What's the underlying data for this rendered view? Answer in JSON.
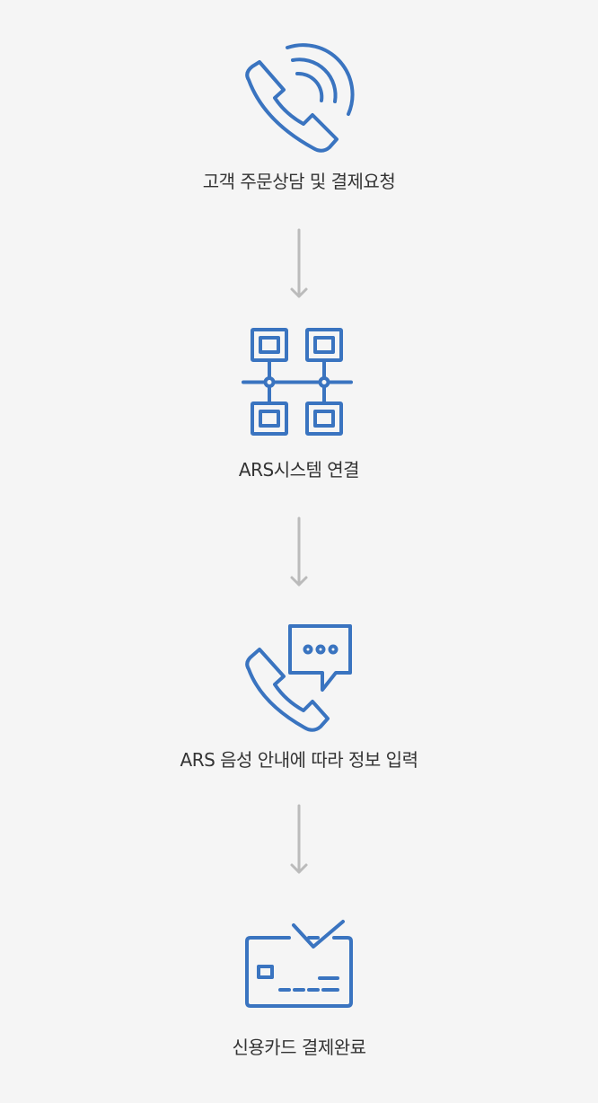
{
  "flow": {
    "steps": [
      {
        "label": "고객 주문상담 및 결제요청",
        "icon": "phone-call-icon"
      },
      {
        "label": "ARS시스템 연결",
        "icon": "network-icon"
      },
      {
        "label": "ARS 음성 안내에 따라 정보 입력",
        "icon": "phone-chat-icon"
      },
      {
        "label": "신용카드 결제완료",
        "icon": "card-check-icon"
      }
    ]
  },
  "colors": {
    "icon": "#3a74c0",
    "arrow": "#bbbbbb",
    "text": "#333333",
    "background": "#f5f5f5"
  }
}
